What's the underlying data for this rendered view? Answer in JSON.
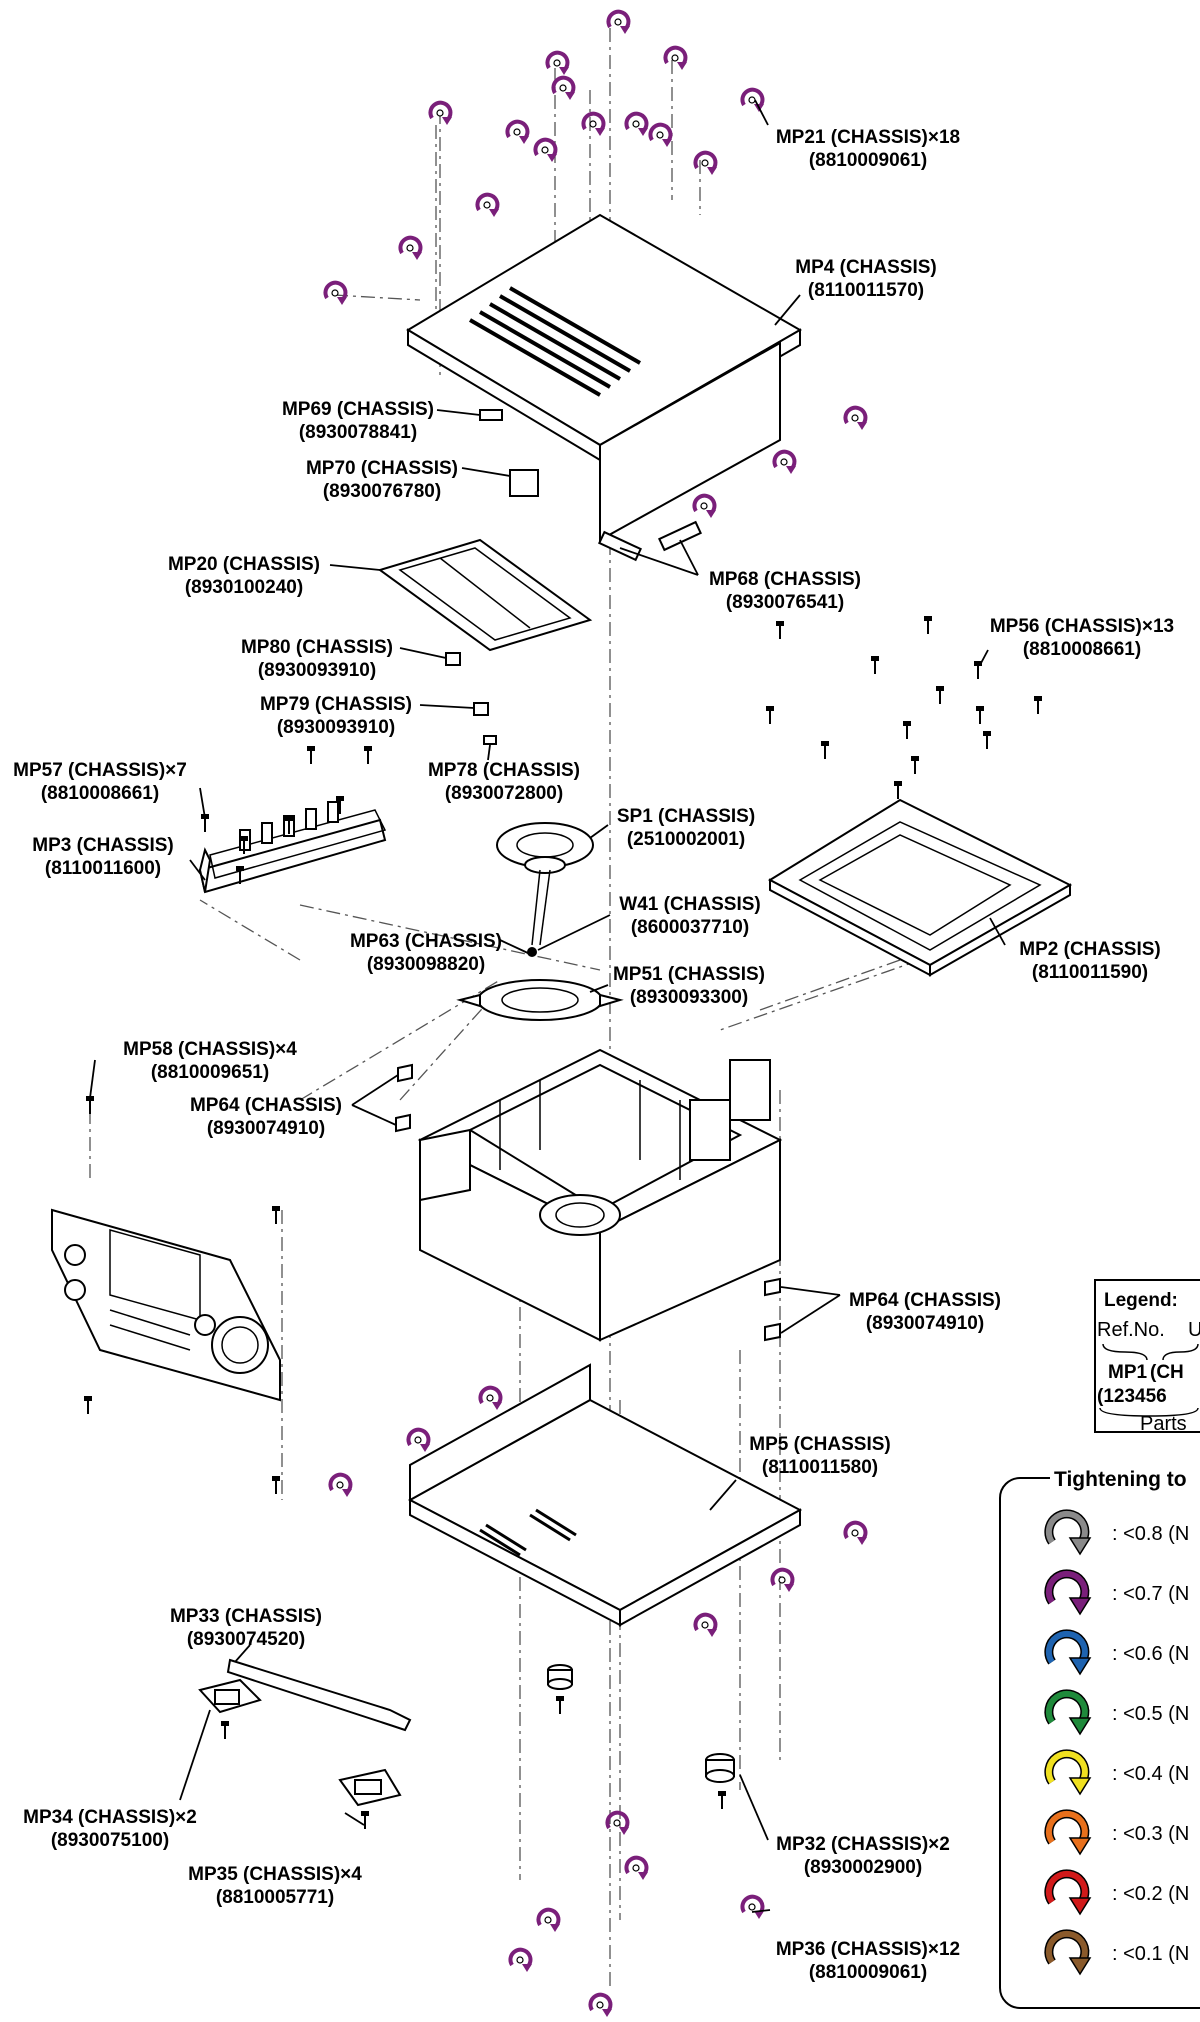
{
  "labels": {
    "mp21": [
      "MP21 (CHASSIS)×18",
      "(8810009061)"
    ],
    "mp4": [
      "MP4 (CHASSIS)",
      "(8110011570)"
    ],
    "mp69": [
      "MP69 (CHASSIS)",
      "(8930078841)"
    ],
    "mp70": [
      "MP70 (CHASSIS)",
      "(8930076780)"
    ],
    "mp20": [
      "MP20 (CHASSIS)",
      "(8930100240)"
    ],
    "mp68": [
      "MP68 (CHASSIS)",
      "(8930076541)"
    ],
    "mp80": [
      "MP80 (CHASSIS)",
      "(8930093910)"
    ],
    "mp79": [
      "MP79 (CHASSIS)",
      "(8930093910)"
    ],
    "mp56": [
      "MP56 (CHASSIS)×13",
      "(8810008661)"
    ],
    "mp57": [
      "MP57 (CHASSIS)×7",
      "(8810008661)"
    ],
    "mp78": [
      "MP78 (CHASSIS)",
      "(8930072800)"
    ],
    "mp3": [
      "MP3 (CHASSIS)",
      "(8110011600)"
    ],
    "sp1": [
      "SP1 (CHASSIS)",
      "(2510002001)"
    ],
    "w41": [
      "W41 (CHASSIS)",
      "(8600037710)"
    ],
    "mp63": [
      "MP63 (CHASSIS)",
      "(8930098820)"
    ],
    "mp51": [
      "MP51 (CHASSIS)",
      "(8930093300)"
    ],
    "mp2": [
      "MP2 (CHASSIS)",
      "(8110011590)"
    ],
    "mp58": [
      "MP58 (CHASSIS)×4",
      "(8810009651)"
    ],
    "mp64a": [
      "MP64 (CHASSIS)",
      "(8930074910)"
    ],
    "mp64b": [
      "MP64 (CHASSIS)",
      "(8930074910)"
    ],
    "mp5": [
      "MP5 (CHASSIS)",
      "(8110011580)"
    ],
    "mp33": [
      "MP33 (CHASSIS)",
      "(8930074520)"
    ],
    "mp34": [
      "MP34 (CHASSIS)×2",
      "(8930075100)"
    ],
    "mp32": [
      "MP32 (CHASSIS)×2",
      "(8930002900)"
    ],
    "mp35": [
      "MP35 (CHASSIS)×4",
      "(8810005771)"
    ],
    "mp36": [
      "MP36 (CHASSIS)×12",
      "(8810009061)"
    ]
  },
  "legend": {
    "title": "Legend:",
    "refno": "Ref.No.",
    "unit": "U",
    "example1": "MP1",
    "example2": "(CH",
    "partno": "(123456",
    "parts": "Parts"
  },
  "torque": {
    "title": "Tightening to",
    "items": [
      {
        "text": ": <0.8 (N",
        "color": "#8a8a8a"
      },
      {
        "text": ": <0.7 (N",
        "color": "#7a1f7a"
      },
      {
        "text": ": <0.6 (N",
        "color": "#1e63b0"
      },
      {
        "text": ": <0.5 (N",
        "color": "#1f8a3b"
      },
      {
        "text": ": <0.4 (N",
        "color": "#f0e020"
      },
      {
        "text": ": <0.3 (N",
        "color": "#e8701c"
      },
      {
        "text": ": <0.2 (N",
        "color": "#d11a1a"
      },
      {
        "text": ": <0.1 (N",
        "color": "#8a5a2b"
      }
    ]
  }
}
